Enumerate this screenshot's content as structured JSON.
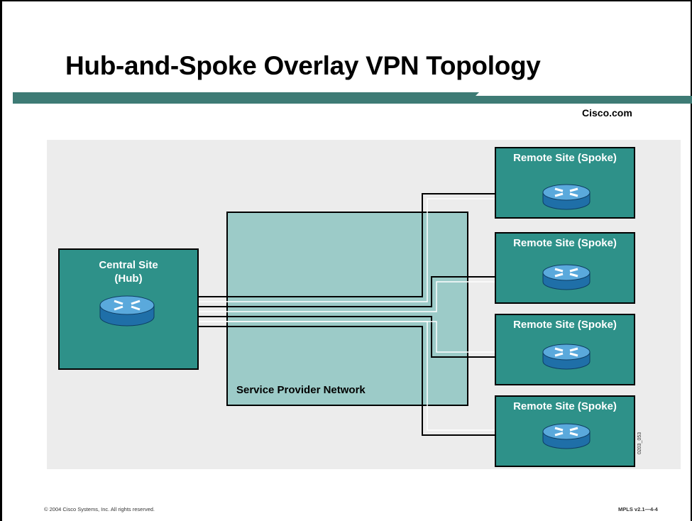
{
  "slide": {
    "title": "Hub-and-Spoke Overlay VPN Topology",
    "brand": "Cisco.com",
    "copyright": "© 2004 Cisco Systems, Inc. All rights reserved.",
    "course_ref": "MPLS v2.1—4-4",
    "figure_id": "0203_053"
  },
  "diagram": {
    "provider_network_label": "Service Provider Network",
    "hub": {
      "label_line1": "Central Site",
      "label_line2": "(Hub)",
      "device_icon": "router-icon"
    },
    "spokes": [
      {
        "label": "Remote Site (Spoke)",
        "device_icon": "router-icon"
      },
      {
        "label": "Remote Site (Spoke)",
        "device_icon": "router-icon"
      },
      {
        "label": "Remote Site (Spoke)",
        "device_icon": "router-icon"
      },
      {
        "label": "Remote Site (Spoke)",
        "device_icon": "router-icon"
      }
    ],
    "colors": {
      "site_fill": "#2e9189",
      "provider_fill": "#9ccbc8",
      "title_bar": "#3e7b75",
      "router_top": "#5aa9dc",
      "router_side": "#1f6fa8"
    }
  }
}
